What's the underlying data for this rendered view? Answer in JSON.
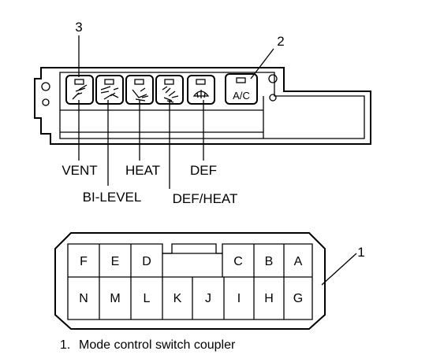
{
  "callouts": {
    "n1": "1",
    "n2": "2",
    "n3": "3"
  },
  "switch_buttons": [
    {
      "id": "vent",
      "label": "VENT",
      "icon": "vent-mode-icon"
    },
    {
      "id": "bilevel",
      "label": "BI-LEVEL",
      "icon": "bilevel-mode-icon"
    },
    {
      "id": "heat",
      "label": "HEAT",
      "icon": "heat-mode-icon"
    },
    {
      "id": "defheat",
      "label": "DEF/HEAT",
      "icon": "def-heat-mode-icon"
    },
    {
      "id": "def",
      "label": "DEF",
      "icon": "defrost-icon"
    },
    {
      "id": "ac",
      "label": "A/C"
    }
  ],
  "coupler_pins": {
    "top": [
      "F",
      "E",
      "D",
      "C",
      "B",
      "A"
    ],
    "bottom": [
      "N",
      "M",
      "L",
      "K",
      "J",
      "I",
      "H",
      "G"
    ]
  },
  "legend": {
    "number": "1.",
    "text": "Mode control switch coupler"
  }
}
